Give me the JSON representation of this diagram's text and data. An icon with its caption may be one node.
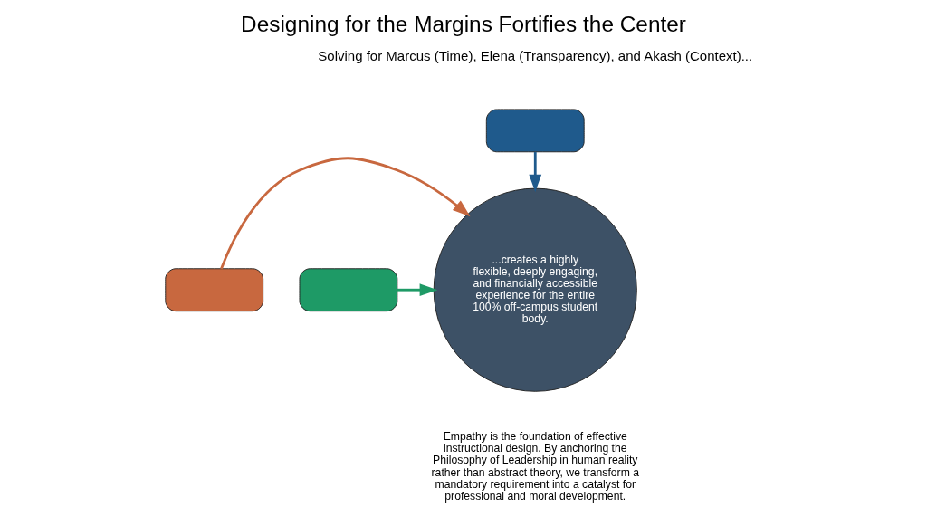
{
  "diagram": {
    "title": "Designing for the Margins Fortifies the Center",
    "nodes": [
      {
        "text": [],
        "shape": "arc"
      },
      {
        "text": [],
        "shape": "arc"
      },
      {
        "text": [],
        "shape": "arc"
      },
      {
        "text": [
          "...creates a highly flexible, deeply engaging, and financially accessible experience for the entire 100% off-campus student body."
        ]
      }
    ],
    "edges": [
      {
        "from": 1,
        "to": 3,
        "arrow": "to",
        "color": "#1f5a8c"
      },
      {
        "from": 0,
        "to": 3,
        "arrow": "to",
        "color": "#c8683f"
      },
      {
        "from": 2,
        "to": 3,
        "arrow": "to",
        "color": "#1e9a66"
      }
    ],
    "labels": [
      "Solving for Marcus (Time), Elena (Transparency), and Akash (Context)...",
      "Empathy is the foundation of effective instructional design. By anchoring the Philosophy of Leadership in human reality rather than abstract theory, we transform a mandatory requirement into a catalyst for professional and moral development."
    ]
  }
}
